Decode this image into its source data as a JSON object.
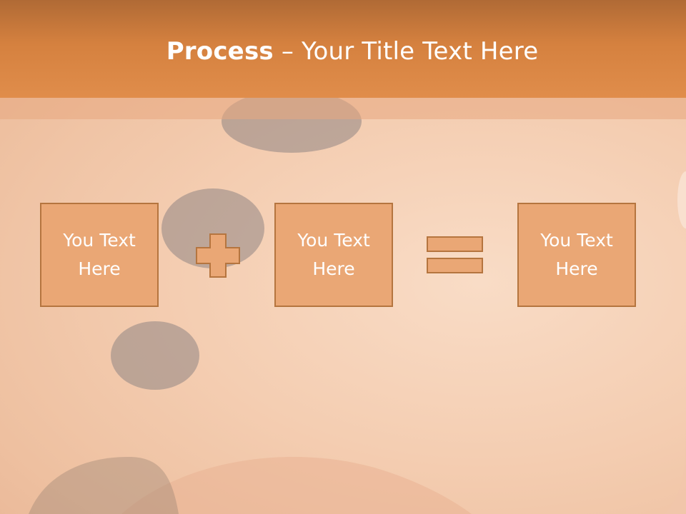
{
  "slide": {
    "title_bold": "Process",
    "title_rest": " – Your Title Text Here",
    "colors": {
      "header": "#d5813f",
      "box_fill": "#eaa775",
      "box_border": "#b5753f",
      "text": "#ffffff"
    }
  },
  "process": {
    "boxes": [
      {
        "label": "You Text Here"
      },
      {
        "label": "You Text Here"
      },
      {
        "label": "You Text Here"
      }
    ],
    "operators": [
      {
        "icon": "plus-icon"
      },
      {
        "icon": "equals-icon"
      }
    ]
  }
}
